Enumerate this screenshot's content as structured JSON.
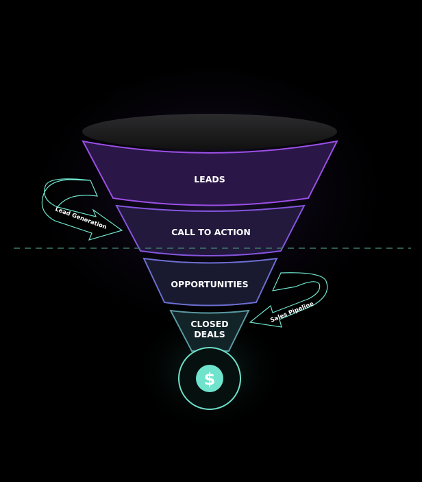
{
  "funnel": {
    "stages": [
      {
        "label": "LEADS"
      },
      {
        "label": "CALL TO ACTION"
      },
      {
        "label": "OPPORTUNITIES"
      },
      {
        "label": "CLOSED",
        "label2": "DEALS"
      }
    ],
    "result_icon": "dollar-icon",
    "result_symbol": "$"
  },
  "arrows": {
    "left": "Lead Generation",
    "right": "Sales Pipeline"
  },
  "colors": {
    "leads": "#9b4fe6",
    "cta": "#8655df",
    "opportunities": "#6c6fd2",
    "closed": "#5a9aa2",
    "accent": "#6fe3cb",
    "divider": "#3d7a6a"
  }
}
